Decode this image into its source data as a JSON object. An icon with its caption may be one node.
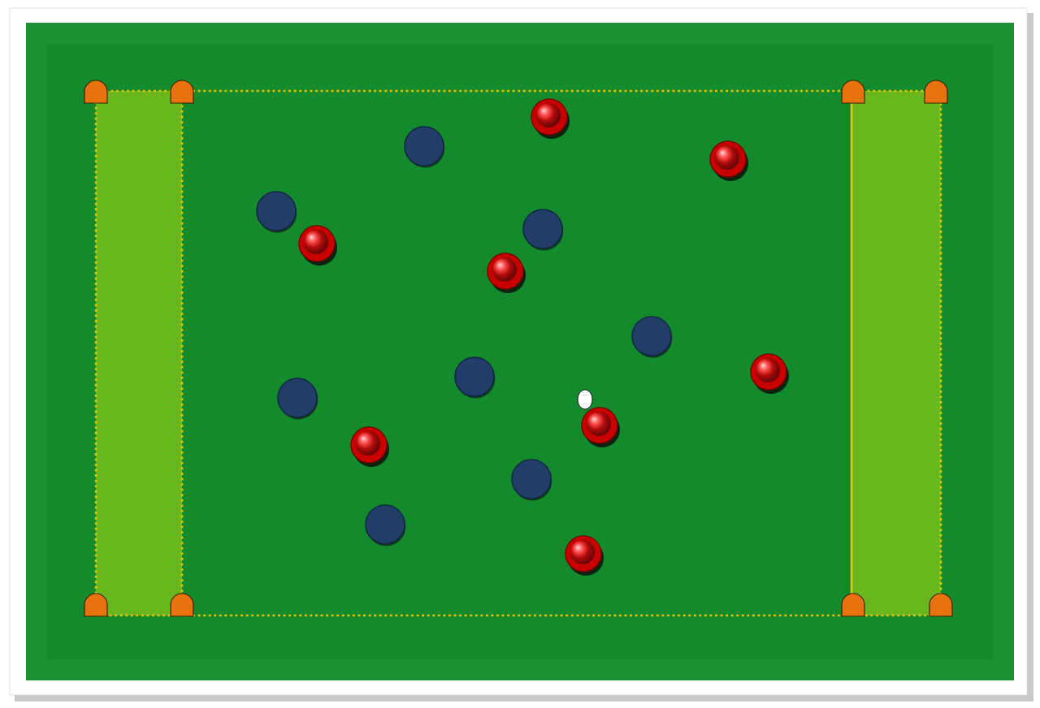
{
  "diagram": {
    "nodes": [
      {
        "text": [],
        "shape": "box"
      },
      {
        "text": [],
        "shape": "box"
      },
      {
        "text": [],
        "shape": "cone"
      },
      {
        "text": [],
        "shape": "cone"
      },
      {
        "text": [],
        "shape": "cone"
      },
      {
        "text": [],
        "shape": "cone"
      },
      {
        "text": [],
        "shape": "circle"
      },
      {
        "text": [],
        "shape": "circle"
      },
      {
        "text": [],
        "shape": "circle"
      },
      {
        "text": [],
        "shape": "circle"
      },
      {
        "text": [],
        "shape": "circle"
      },
      {
        "text": [],
        "shape": "circle"
      },
      {
        "text": [],
        "shape": "circle"
      },
      {
        "text": [],
        "shape": "circle"
      },
      {
        "text": [],
        "shape": "circle"
      },
      {
        "text": [],
        "shape": "circle"
      },
      {
        "text": [],
        "shape": "circle"
      },
      {
        "text": [],
        "shape": "circle"
      },
      {
        "text": [],
        "shape": "circle"
      },
      {
        "text": [],
        "shape": "circle"
      },
      {
        "text": [],
        "shape": "circle"
      },
      {
        "text": [],
        "shape": "circle"
      },
      {
        "text": [],
        "shape": "circle"
      },
      {
        "text": [],
        "shape": "cone"
      },
      {
        "text": [],
        "shape": "cone"
      },
      {
        "text": [],
        "shape": "cone"
      },
      {
        "text": [],
        "shape": "cone"
      }
    ]
  }
}
